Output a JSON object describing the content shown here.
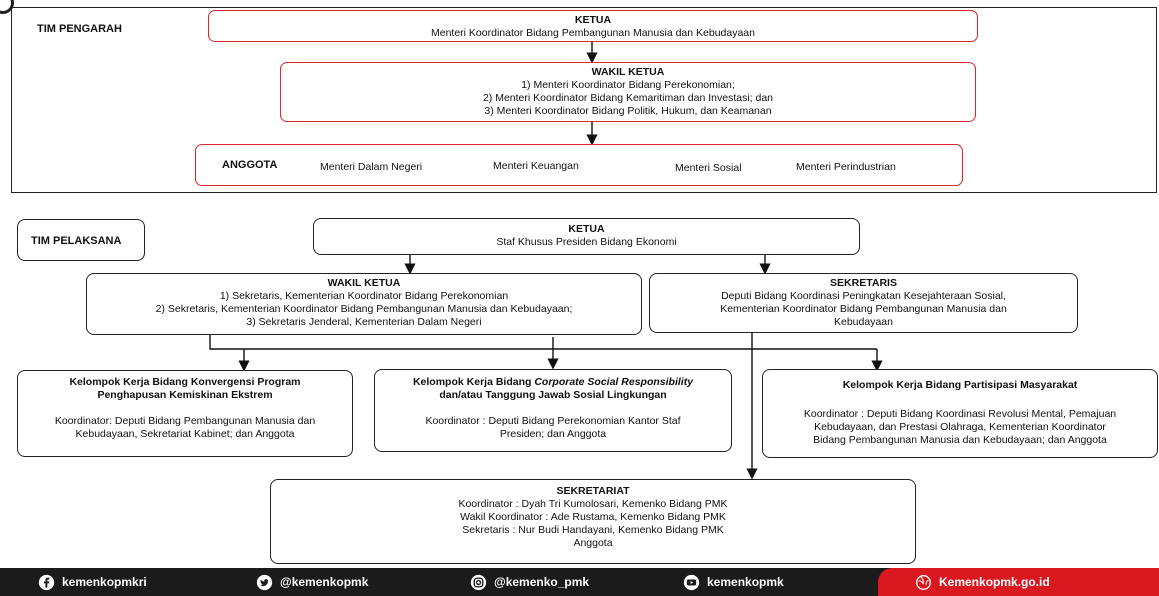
{
  "pengarah": {
    "label": "TIM PENGARAH",
    "ketua": {
      "title": "KETUA",
      "lines": [
        "Menteri Koordinator Bidang Pembangunan Manusia dan Kebudayaan"
      ]
    },
    "wakil": {
      "title": "WAKIL KETUA",
      "lines": [
        "1)  Menteri Koordinator Bidang Perekonomian;",
        "2)  Menteri Koordinator Bidang Kemaritiman dan Investasi; dan",
        "3) Menteri Koordinator Bidang Politik, Hukum, dan Keamanan"
      ]
    },
    "anggota": {
      "title": "ANGGOTA",
      "members": [
        "Menteri Dalam Negeri",
        "Menteri Keuangan",
        "Menteri Sosial",
        "Menteri Perindustrian"
      ]
    }
  },
  "pelaksana": {
    "label": "TIM PELAKSANA",
    "ketua": {
      "title": "KETUA",
      "lines": [
        "Staf Khusus Presiden Bidang Ekonomi"
      ]
    },
    "wakil": {
      "title": "WAKIL KETUA",
      "lines": [
        "1)  Sekretaris, Kementerian Koordinator Bidang Perekonomian",
        "2) Sekretaris, Kementerian Koordinator Bidang Pembangunan Manusia dan Kebudayaan;",
        "3) Sekretaris Jenderal, Kementerian Dalam Negeri"
      ]
    },
    "sekretaris": {
      "title": "SEKRETARIS",
      "lines": [
        "Deputi Bidang Koordinasi Peningkatan Kesejahteraan Sosial,",
        "Kementerian Koordinator Bidang Pembangunan Manusia dan",
        "Kebudayaan"
      ]
    },
    "pokja1": {
      "title1": "Kelompok Kerja Bidang Konvergensi Program",
      "title2": "Penghapusan Kemiskinan Ekstrem",
      "lines": [
        "Koordinator: Deputi Bidang Pembangunan Manusia dan",
        "Kebudayaan, Sekretariat Kabinet; dan Anggota"
      ]
    },
    "pokja2": {
      "title_pre": "Kelompok Kerja Bidang ",
      "title_em": "Corporate Social Responsibility",
      "title2": "dan/atau Tanggung Jawab Sosial Lingkungan",
      "lines": [
        "Koordinator : Deputi Bidang Perekonomian Kantor Staf",
        "Presiden; dan Anggota"
      ]
    },
    "pokja3": {
      "title": "Kelompok Kerja Bidang Partisipasi Masyarakat",
      "lines": [
        "Koordinator : Deputi Bidang Koordinasi Revolusi Mental, Pemajuan",
        "Kebudayaan, dan Prestasi Olahraga, Kementerian Koordinator",
        "Bidang Pembangunan Manusia dan Kebudayaan; dan Anggota"
      ]
    },
    "sekretariat": {
      "title": "SEKRETARIAT",
      "lines": [
        "Koordinator : Dyah Tri Kumolosari, Kemenko Bidang PMK",
        "Wakil Koordinator : Ade Rustama, Kemenko Bidang PMK",
        "Sekretaris : Nur Budi Handayani, Kemenko Bidang PMK",
        "Anggota"
      ]
    }
  },
  "footer": {
    "facebook": "kemenkopmkri",
    "twitter": "@kemenkopmk",
    "instagram": "@kemenko_pmk",
    "youtube": "kemenkopmk",
    "website": "Kemenkopmk.go.id",
    "colors": {
      "bar": "#1b1b1b",
      "accent": "#d9191f"
    }
  },
  "icons": [
    "facebook-icon",
    "twitter-icon",
    "instagram-icon",
    "youtube-icon",
    "globe-icon",
    "logo-icon"
  ],
  "colors": {
    "pengarah_border": "#e0242b",
    "pelaksana_border": "#222222"
  }
}
